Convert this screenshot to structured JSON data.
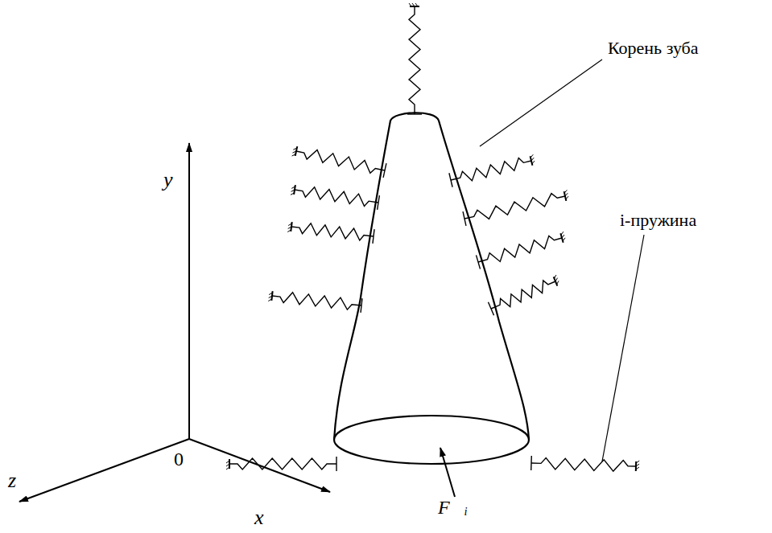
{
  "diagram": {
    "labels": [
      "y",
      "z",
      "x",
      "0",
      "Корень зуба",
      "i-пружина",
      "F⃗ᵢ"
    ]
  }
}
